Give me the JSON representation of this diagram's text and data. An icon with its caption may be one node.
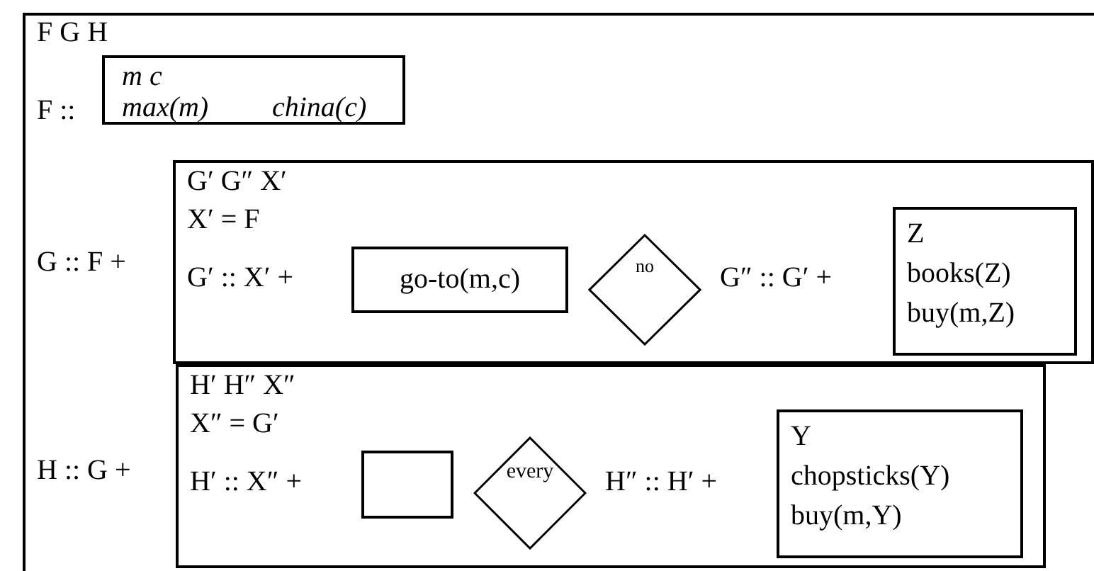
{
  "diagram": {
    "nodes": [
      {
        "text": [
          "F G H",
          "F ::",
          "G :: F +",
          "H :: G +"
        ]
      },
      {
        "text": [
          "m c",
          "max(m)",
          "china(c)"
        ],
        "in": 0
      },
      {
        "text": [
          "G′ G″ X′",
          "X′ = F",
          "G′ :: X′ +",
          "G″ :: G′ +"
        ],
        "in": 0
      },
      {
        "text": [
          "go-to(m,c)"
        ],
        "in": 2
      },
      {
        "text": [
          "no"
        ],
        "in": 2
      },
      {
        "text": [
          "Z",
          "books(Z)",
          "buy(m,Z)"
        ],
        "in": 2
      },
      {
        "text": [
          "H′ H″ X″",
          "X″ = G′",
          "H′ :: X″ +",
          "H″ :: H′ +"
        ],
        "in": 0
      },
      {
        "text": [],
        "shape": "box",
        "in": 6
      },
      {
        "text": [
          "every"
        ],
        "in": 6
      },
      {
        "text": [
          "Y",
          "chopsticks(Y)",
          "buy(m,Y)"
        ],
        "in": 6
      }
    ]
  }
}
